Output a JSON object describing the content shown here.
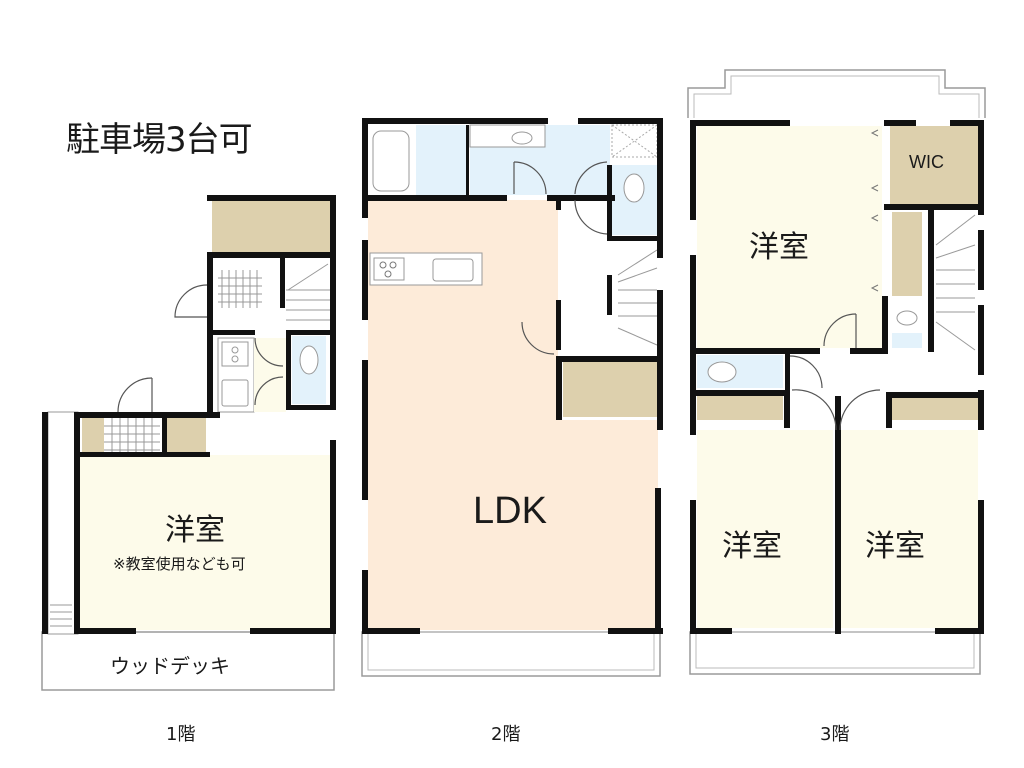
{
  "header": {
    "parking_note": "駐車場3台可"
  },
  "floors": [
    {
      "label": "1階",
      "rooms": [
        {
          "name": "洋室",
          "note": "※教室使用なども可"
        },
        {
          "name": "ウッドデッキ"
        }
      ]
    },
    {
      "label": "2階",
      "rooms": [
        {
          "name": "LDK"
        }
      ]
    },
    {
      "label": "3階",
      "rooms": [
        {
          "name": "洋室"
        },
        {
          "name": "WIC"
        },
        {
          "name": "洋室"
        },
        {
          "name": "洋室"
        }
      ]
    }
  ],
  "colors": {
    "wall": "#111111",
    "western_room": "#fdfbea",
    "ldk": "#fdebd9",
    "storage": "#ddd0ad",
    "wet_area": "#e3f2fb",
    "corridor": "#ffffff",
    "outline": "#9a9a9a"
  }
}
